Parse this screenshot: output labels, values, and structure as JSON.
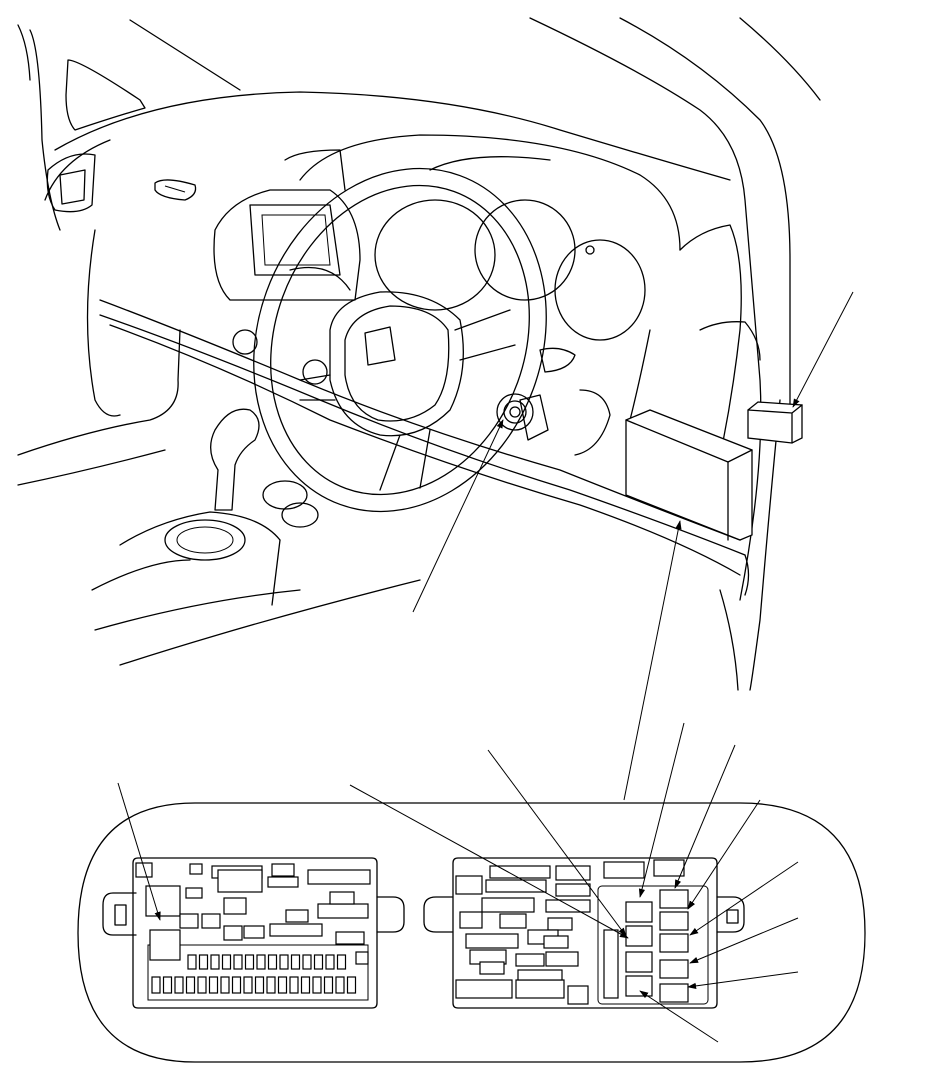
{
  "diagram": {
    "components": [
      {
        "id": "dashboard",
        "icon": "dashboard-illustration"
      },
      {
        "id": "steering-wheel",
        "icon": "steering-wheel-illustration"
      },
      {
        "id": "ignition-switch",
        "icon": "ignition-switch-illustration"
      },
      {
        "id": "under-dash-fuse-box",
        "icon": "fuse-relay-box-illustration"
      },
      {
        "id": "side-relay",
        "icon": "relay-illustration"
      },
      {
        "id": "fuse-box-detail",
        "icon": "fuse-box-detail-view"
      }
    ],
    "leader_count": 13,
    "colors": {
      "line": "#000000",
      "background": "#ffffff"
    }
  }
}
